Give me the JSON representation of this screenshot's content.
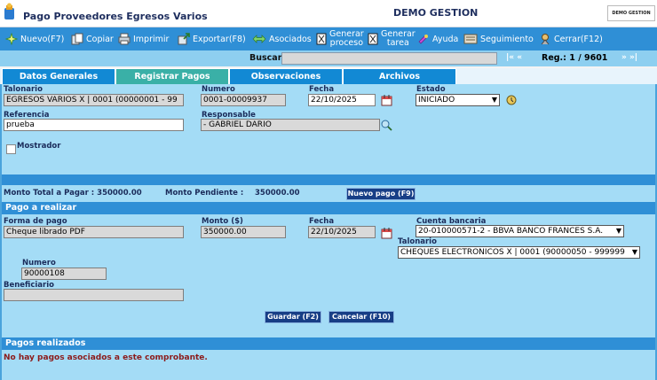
{
  "window": {
    "title": "Pago Proveedores Egresos Varios",
    "company": "DEMO GESTION",
    "logo_text": "DEMO GESTION"
  },
  "toolbar": {
    "nuevo": "Nuevo(F7)",
    "copiar": "Copiar",
    "imprimir": "Imprimir",
    "exportar": "Exportar(F8)",
    "asociados": "Asociados",
    "generar_proceso_1": "Generar",
    "generar_proceso_2": "proceso",
    "generar_tarea_1": "Generar",
    "generar_tarea_2": "tarea",
    "ayuda": "Ayuda",
    "seguimiento": "Seguimiento",
    "cerrar": "Cerrar(F12)"
  },
  "search": {
    "label": "Buscar",
    "value": "",
    "pager": "|«  «",
    "pager_next": "»  »|",
    "record": "Reg.: 1 / 9601"
  },
  "tabs": [
    "Datos Generales",
    "Registrar Pagos",
    "Observaciones",
    "Archivos"
  ],
  "general": {
    "talonario_label": "Talonario",
    "talonario_value": "EGRESOS VARIOS X | 0001 (00000001 - 99",
    "numero_label": "Numero",
    "numero_value": "0001-00009937",
    "fecha_label": "Fecha",
    "fecha_value": "22/10/2025",
    "estado_label": "Estado",
    "estado_value": "INICIADO",
    "referencia_label": "Referencia",
    "referencia_value": "prueba",
    "responsable_label": "Responsable",
    "responsable_value": "- GABRIEL DARIO",
    "mostrador_label": "Mostrador"
  },
  "totals": {
    "total_label": "Monto Total a Pagar : 350000.00",
    "pendiente_label": "Monto Pendiente :",
    "pendiente_value": "350000.00",
    "nuevo_pago": "Nuevo pago (F9)"
  },
  "payment": {
    "section_title": "Pago a realizar",
    "forma_label": "Forma de pago",
    "forma_value": "Cheque librado PDF",
    "monto_label": "Monto ($)",
    "monto_value": "350000.00",
    "fecha_label": "Fecha",
    "fecha_value": "22/10/2025",
    "cuenta_label": "Cuenta bancaria",
    "cuenta_value": "20-010000571-2 - BBVA BANCO FRANCES S.A.",
    "talonario_label": "Talonario",
    "talonario_value": "CHEQUES ELECTRONICOS X | 0001 (90000050 - 999999",
    "numero_label": "Numero",
    "numero_value": "90000108",
    "beneficiario_label": "Beneficiario",
    "beneficiario_value": "",
    "guardar": "Guardar (F2)",
    "cancelar": "Cancelar (F10)"
  },
  "realizados": {
    "section_title": "Pagos realizados",
    "empty_message": "No hay pagos asociados a este comprobante."
  },
  "colors": {
    "toolbar": "#2f8fd6",
    "panel": "#a4dcf6",
    "tab": "#1289d4",
    "tab_active": "#3ab0a7",
    "button": "#173e86",
    "error_text": "#8b1a1a"
  }
}
